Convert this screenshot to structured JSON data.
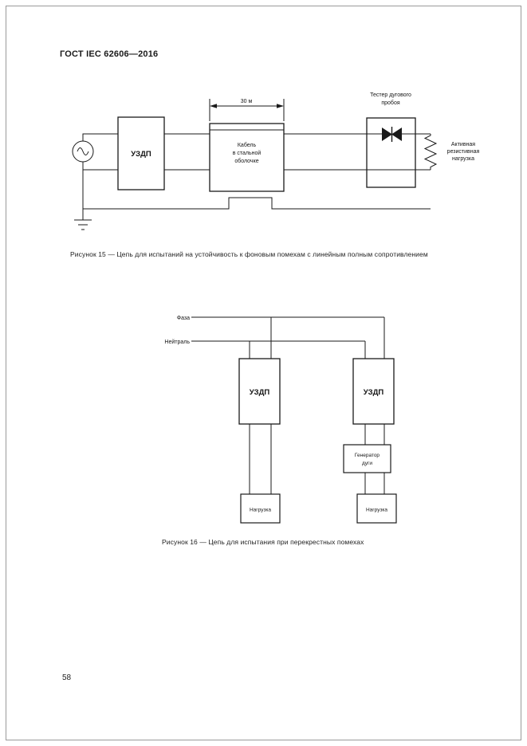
{
  "page": {
    "header": "ГОСТ IEC 62606—2016",
    "page_number": "58"
  },
  "figure15": {
    "caption": "Рисунок 15 — Цепь для испытаний на устойчивость к фоновым помехам с линейным полным  сопротивлением",
    "dimension": "30 м",
    "uzdp": "УЗДП",
    "cable": [
      "Кабель",
      "в стальной",
      "оболочке"
    ],
    "tester": [
      "Тестер дугового",
      "пробоя"
    ],
    "load": [
      "Активная",
      "резистивная",
      "нагрузка"
    ]
  },
  "figure16": {
    "caption": "Рисунок 16 — Цепь для испытания при перекрестных помехах",
    "phase": "Фаза",
    "neutral": "Нейтраль",
    "uzdp_left": "УЗДП",
    "uzdp_right": "УЗДП",
    "generator": [
      "Генератор",
      "дуги"
    ],
    "load_left": "Нагрузка",
    "load_right": "Нагрузка"
  }
}
